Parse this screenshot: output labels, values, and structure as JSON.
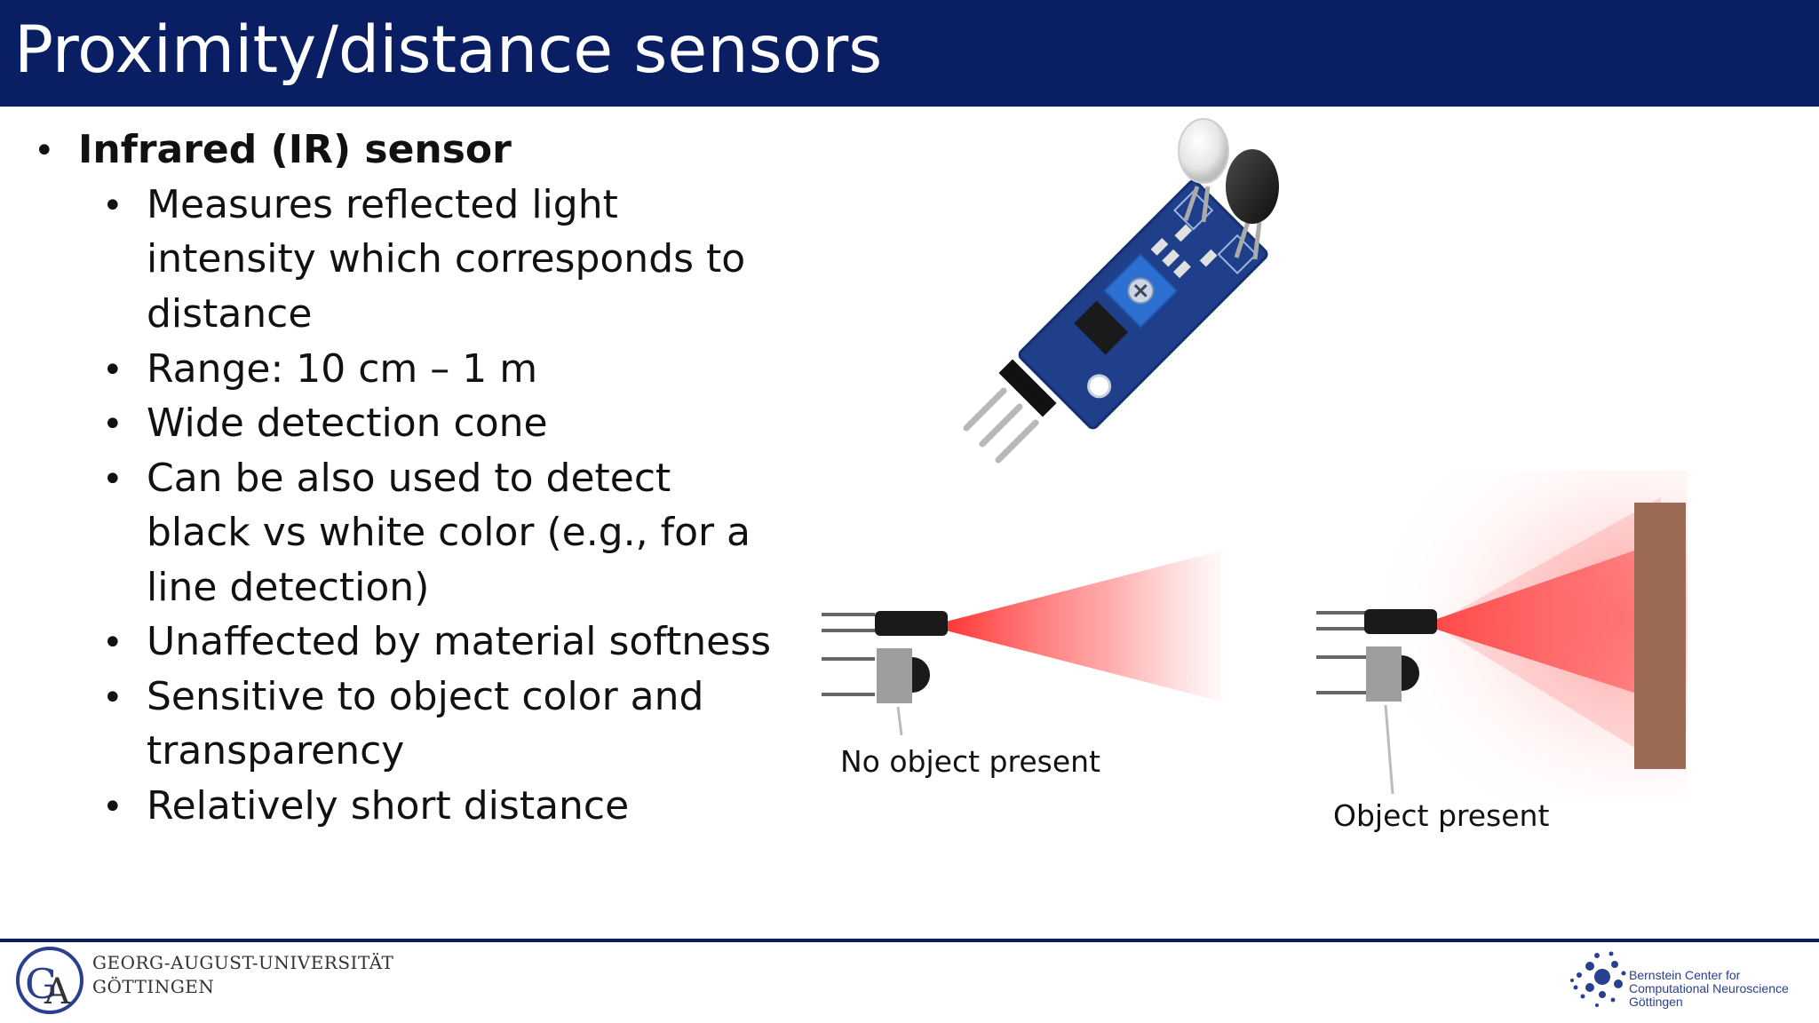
{
  "slide": {
    "title": "Proximity/distance sensors",
    "bullet_main": "Infrared (IR) sensor",
    "sub_bullets": [
      [
        "Measures reflected light",
        "intensity which corresponds to",
        "distance"
      ],
      [
        "Range: 10 cm – 1 m"
      ],
      [
        "Wide detection cone"
      ],
      [
        "Can be also used to detect",
        "black vs white color (e.g., for a",
        "line detection)"
      ],
      [
        "Unaffected by material softness"
      ],
      [
        "Sensitive to object color and",
        "transparency"
      ],
      [
        "Relatively short distance"
      ]
    ],
    "caption_no_object": "No object present",
    "caption_object": "Object present"
  },
  "footer": {
    "university_line1": "GEORG-AUGUST-UNIVERSITÄT",
    "university_line2": "GÖTTINGEN",
    "bccn_line1": "Bernstein Center for",
    "bccn_line2": "Computational Neuroscience",
    "bccn_line3": "Göttingen"
  },
  "colors": {
    "title_bar": "#0a1f63",
    "beam": "#ff2b2b",
    "pcb": "#1f3f8a",
    "wall": "#9c6b55"
  }
}
